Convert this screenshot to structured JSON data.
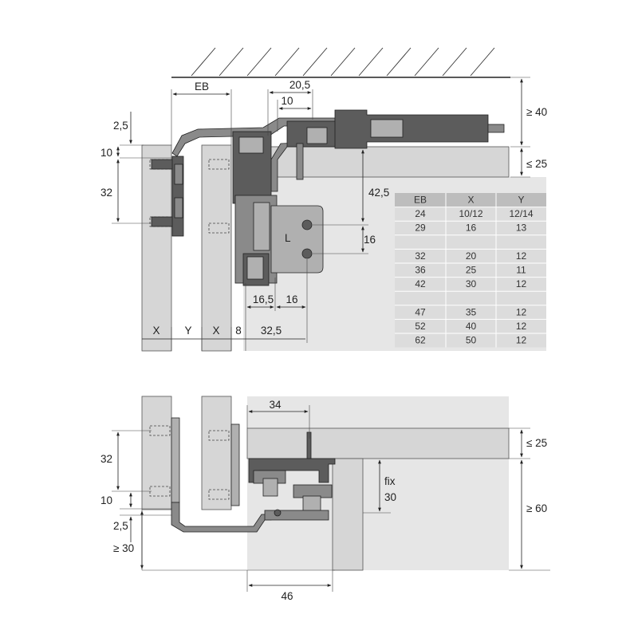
{
  "colors": {
    "board": "#d6d6d6",
    "cabinet": "#e6e6e6",
    "metal_dark": "#5c5c5c",
    "metal_mid": "#8a8a8a",
    "line": "#222222",
    "table_header": "#bdbdbd",
    "table_row": "#dcdcdc"
  },
  "top_view": {
    "dim_eb": "EB",
    "dim_20_5": "20,5",
    "dim_10_top": "10",
    "dim_ge_40": "≥ 40",
    "dim_le_25": "≤ 25",
    "dim_2_5": "2,5",
    "dim_10_left": "10",
    "dim_32": "32",
    "dim_42_5": "42,5",
    "dim_16_vert": "16",
    "dim_16_5": "16,5",
    "dim_16_horiz": "16",
    "bottom_x1": "X",
    "bottom_y": "Y",
    "bottom_x2": "X",
    "bottom_8": "8",
    "bottom_32_5": "32,5",
    "l_mark": "L"
  },
  "table": {
    "headers": [
      "EB",
      "X",
      "Y"
    ],
    "rows": [
      [
        "24",
        "10/12",
        "12/14"
      ],
      [
        "29",
        "16",
        "13"
      ],
      [
        "",
        "",
        ""
      ],
      [
        "32",
        "20",
        "12"
      ],
      [
        "36",
        "25",
        "11"
      ],
      [
        "42",
        "30",
        "12"
      ],
      [
        "",
        "",
        ""
      ],
      [
        "47",
        "35",
        "12"
      ],
      [
        "52",
        "40",
        "12"
      ],
      [
        "62",
        "50",
        "12"
      ]
    ]
  },
  "bottom_view": {
    "dim_34": "34",
    "dim_le_25": "≤ 25",
    "dim_32": "32",
    "dim_fix": "fix",
    "dim_30_fix": "30",
    "dim_10": "10",
    "dim_ge_60": "≥ 60",
    "dim_2_5": "2,5",
    "dim_ge_30": "≥ 30",
    "dim_46": "46"
  }
}
